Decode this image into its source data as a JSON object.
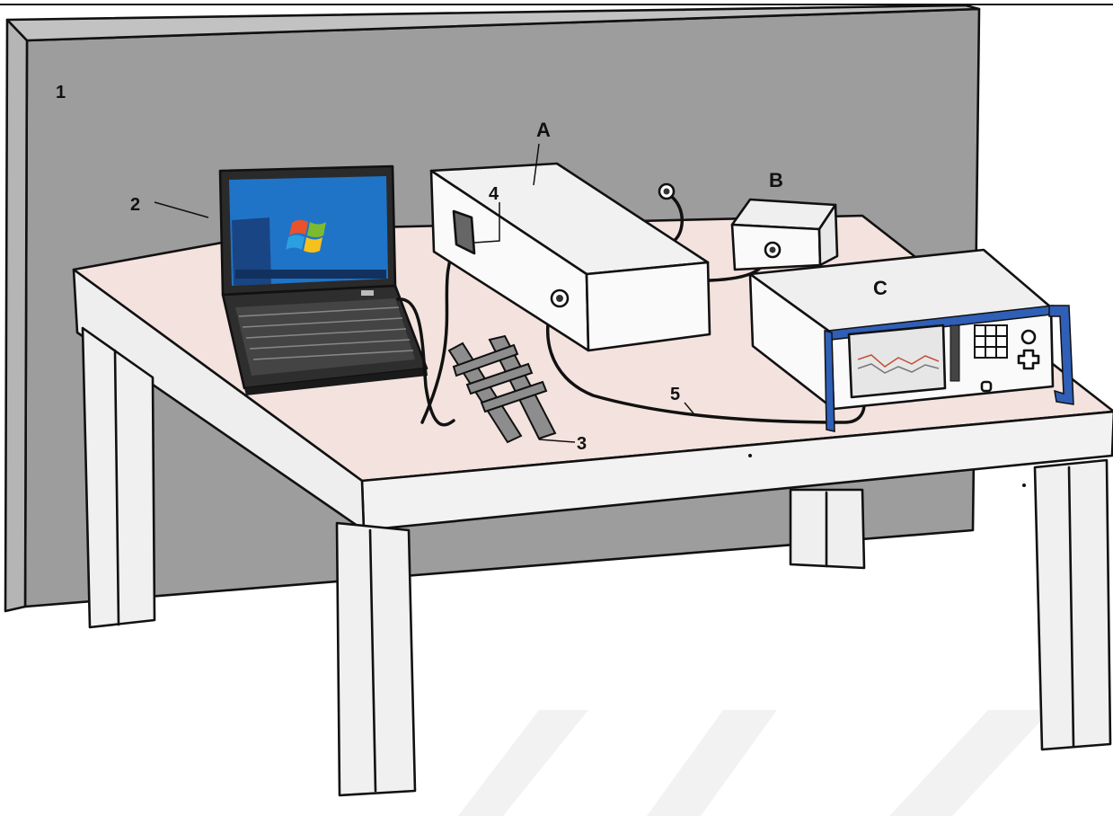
{
  "labels": {
    "wall": "1",
    "laptop": "2",
    "strips": "3",
    "port": "4",
    "cable": "5",
    "unit_a": "A",
    "unit_b": "B",
    "unit_c": "C"
  },
  "colors": {
    "wall": "#9d9d9d",
    "table_top": "#f3e2de",
    "table_frame": "#f1f1f1",
    "outline": "#111111",
    "analyzer_frame": "#2f5fb7",
    "laptop_screen": "#1f74c8",
    "watermark": "#f2f2f2"
  },
  "icons": {
    "windows_logo": "windows-logo-icon",
    "keypad": "keypad-icon",
    "knob": "knob-icon",
    "power": "power-icon"
  }
}
